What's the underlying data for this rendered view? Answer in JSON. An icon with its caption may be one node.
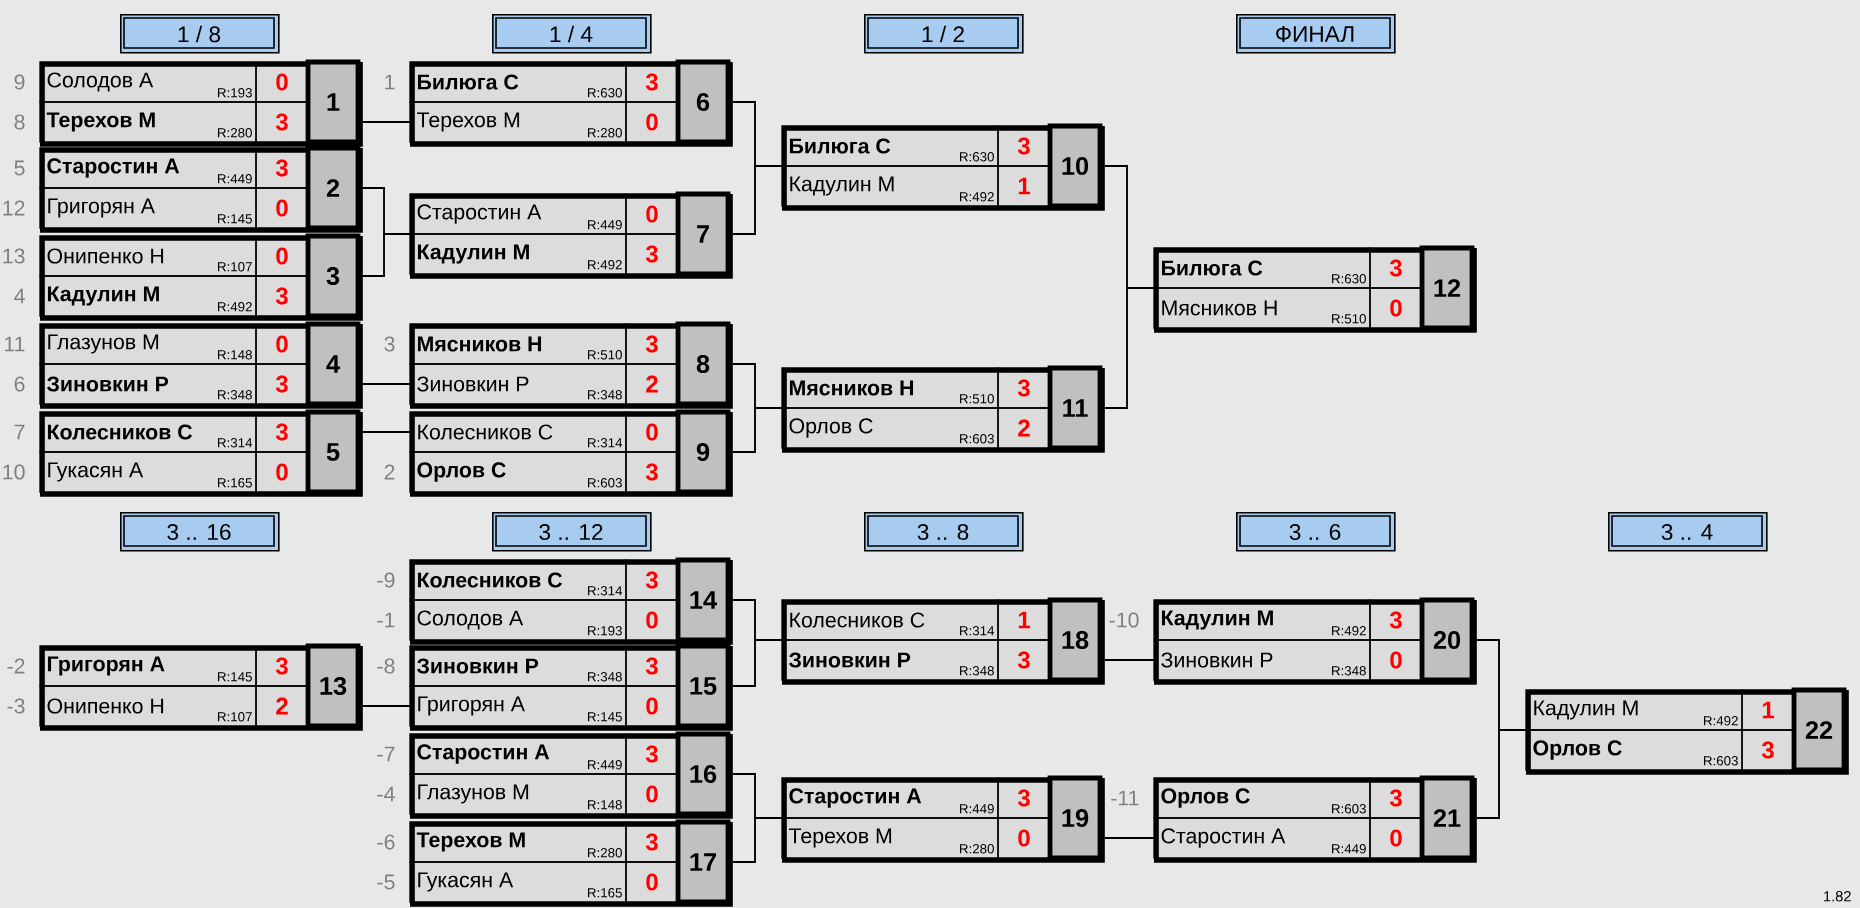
{
  "diagram": {
    "nodes": [
      {
        "text": [
          "1 / 8"
        ]
      },
      {
        "text": [
          "1 / 4"
        ]
      },
      {
        "text": [
          "1 / 2"
        ]
      },
      {
        "text": [
          "ФИНАЛ"
        ]
      },
      {
        "text": [
          "3 .. 16"
        ]
      },
      {
        "text": [
          "3 .. 12"
        ]
      },
      {
        "text": [
          "3 .. 8"
        ]
      },
      {
        "text": [
          "3 .. 6"
        ]
      },
      {
        "text": [
          "3 .. 4"
        ]
      },
      {
        "text": [
          "Солодов А",
          "R:193",
          "0",
          "Терехов М",
          "R:280",
          "3",
          "1"
        ],
        "beside": [
          "9",
          "8"
        ]
      },
      {
        "text": [
          "Старостин А",
          "R:449",
          "3",
          "Григорян А",
          "R:145",
          "0",
          "2"
        ],
        "beside": [
          "5",
          "12"
        ]
      },
      {
        "text": [
          "Онипенко Н",
          "R:107",
          "0",
          "Кадулин М",
          "R:492",
          "3",
          "3"
        ],
        "beside": [
          "13",
          "4"
        ]
      },
      {
        "text": [
          "Глазунов М",
          "R:148",
          "0",
          "Зиновкин Р",
          "R:348",
          "3",
          "4"
        ],
        "beside": [
          "11",
          "6"
        ]
      },
      {
        "text": [
          "Колесников С",
          "R:314",
          "3",
          "Гукасян А",
          "R:165",
          "0",
          "5"
        ],
        "beside": [
          "7",
          "10"
        ]
      },
      {
        "text": [
          "Билюга С",
          "R:630",
          "3",
          "Терехов М",
          "R:280",
          "0",
          "6"
        ],
        "beside": [
          "1"
        ]
      },
      {
        "text": [
          "Старостин А",
          "R:449",
          "0",
          "Кадулин М",
          "R:492",
          "3",
          "7"
        ]
      },
      {
        "text": [
          "Мясников Н",
          "R:510",
          "3",
          "Зиновкин Р",
          "R:348",
          "2",
          "8"
        ],
        "beside": [
          "3"
        ]
      },
      {
        "text": [
          "Колесников С",
          "R:314",
          "0",
          "Орлов С",
          "R:603",
          "3",
          "9"
        ],
        "beside": [
          "2"
        ]
      },
      {
        "text": [
          "Билюга С",
          "R:630",
          "3",
          "Кадулин М",
          "R:492",
          "1",
          "10"
        ]
      },
      {
        "text": [
          "Мясников Н",
          "R:510",
          "3",
          "Орлов С",
          "R:603",
          "2",
          "11"
        ]
      },
      {
        "text": [
          "Билюга С",
          "R:630",
          "3",
          "Мясников Н",
          "R:510",
          "0",
          "12"
        ]
      },
      {
        "text": [
          "Григорян А",
          "R:145",
          "3",
          "Онипенко Н",
          "R:107",
          "2",
          "13"
        ],
        "beside": [
          "-2",
          "-3"
        ]
      },
      {
        "text": [
          "Колесников С",
          "R:314",
          "3",
          "Солодов А",
          "R:193",
          "0",
          "14"
        ],
        "beside": [
          "-9",
          "-1"
        ]
      },
      {
        "text": [
          "Зиновкин Р",
          "R:348",
          "3",
          "Григорян А",
          "R:145",
          "0",
          "15"
        ],
        "beside": [
          "-8"
        ]
      },
      {
        "text": [
          "Старостин А",
          "R:449",
          "3",
          "Глазунов М",
          "R:148",
          "0",
          "16"
        ],
        "beside": [
          "-7",
          "-4"
        ]
      },
      {
        "text": [
          "Терехов М",
          "R:280",
          "3",
          "Гукасян А",
          "R:165",
          "0",
          "17"
        ],
        "beside": [
          "-6",
          "-5"
        ]
      },
      {
        "text": [
          "Колесников С",
          "R:314",
          "1",
          "Зиновкин Р",
          "R:348",
          "3",
          "18"
        ]
      },
      {
        "text": [
          "Старостин А",
          "R:449",
          "3",
          "Терехов М",
          "R:280",
          "0",
          "19"
        ]
      },
      {
        "text": [
          "Кадулин М",
          "R:492",
          "3",
          "Зиновкин Р",
          "R:348",
          "0",
          "20"
        ],
        "beside": [
          "-10"
        ]
      },
      {
        "text": [
          "Орлов С",
          "R:603",
          "3",
          "Старостин А",
          "R:449",
          "0",
          "21"
        ],
        "beside": [
          "-11"
        ]
      },
      {
        "text": [
          "Кадулин М",
          "R:492",
          "1",
          "Орлов С",
          "R:603",
          "3",
          "22"
        ]
      }
    ],
    "edges": [
      {
        "from": 9,
        "to": 14,
        "arrow": "none"
      },
      {
        "from": 10,
        "to": 15,
        "arrow": "none"
      },
      {
        "from": 11,
        "to": 15,
        "arrow": "none"
      },
      {
        "from": 12,
        "to": 16,
        "arrow": "none"
      },
      {
        "from": 13,
        "to": 17,
        "arrow": "none"
      },
      {
        "from": 14,
        "to": 18,
        "arrow": "none"
      },
      {
        "from": 15,
        "to": 18,
        "arrow": "none"
      },
      {
        "from": 16,
        "to": 19,
        "arrow": "none"
      },
      {
        "from": 17,
        "to": 19,
        "arrow": "none"
      },
      {
        "from": 18,
        "to": 20,
        "arrow": "none"
      },
      {
        "from": 19,
        "to": 20,
        "arrow": "none"
      },
      {
        "from": 21,
        "to": 23,
        "arrow": "none"
      },
      {
        "from": 22,
        "to": 26,
        "arrow": "none"
      },
      {
        "from": 23,
        "to": 26,
        "arrow": "none"
      },
      {
        "from": 24,
        "to": 27,
        "arrow": "none"
      },
      {
        "from": 25,
        "to": 27,
        "arrow": "none"
      },
      {
        "from": 26,
        "to": 28,
        "arrow": "none"
      },
      {
        "from": 27,
        "to": 29,
        "arrow": "none"
      },
      {
        "from": 28,
        "to": 30,
        "arrow": "none"
      },
      {
        "from": 29,
        "to": 30,
        "arrow": "none"
      }
    ],
    "labels": [
      "1.82"
    ]
  }
}
